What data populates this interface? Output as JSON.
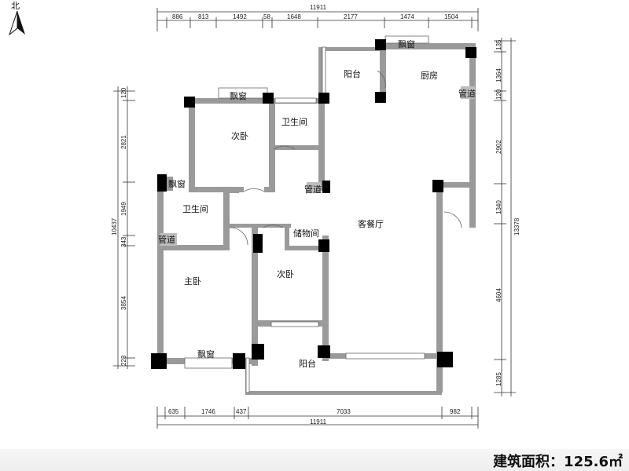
{
  "north": {
    "label": "北",
    "icon": "north-arrow-icon"
  },
  "dimensions": {
    "top_total": "11911",
    "top": [
      "886",
      "813",
      "1492",
      "58",
      "1648",
      "2177",
      "1474",
      "1504"
    ],
    "bottom": [
      "635",
      "1746",
      "437",
      "7033",
      "982"
    ],
    "bottom_total": "11911",
    "left_total": "10437",
    "left": [
      "120",
      "2821",
      "1949",
      "343",
      "3854",
      "223"
    ],
    "right_total": "13378",
    "right": [
      "135",
      "1364",
      "120",
      "2902",
      "1340",
      "4604",
      "1285"
    ]
  },
  "rooms": {
    "balcony_top": "阳台",
    "kitchen": "厨房",
    "bay_window_kitchen": "飘窗",
    "pipe_kitchen": "管道",
    "bay_window_bed2": "飘窗",
    "bathroom_top": "卫生间",
    "bedroom_2": "次卧",
    "pipe_center": "管道",
    "bay_window_left": "飘窗",
    "bathroom_left": "卫生间",
    "pipe_left": "管道",
    "living_dining": "客餐厅",
    "storage": "储物间",
    "bedroom_3": "次卧",
    "master_bedroom": "主卧",
    "bay_window_master": "飘窗",
    "balcony_bottom": "阳台"
  },
  "footer": {
    "area": "建筑面积：125.6㎡"
  },
  "colors": {
    "wall": "#9a9a9a",
    "column": "#000000",
    "line": "#333333"
  }
}
